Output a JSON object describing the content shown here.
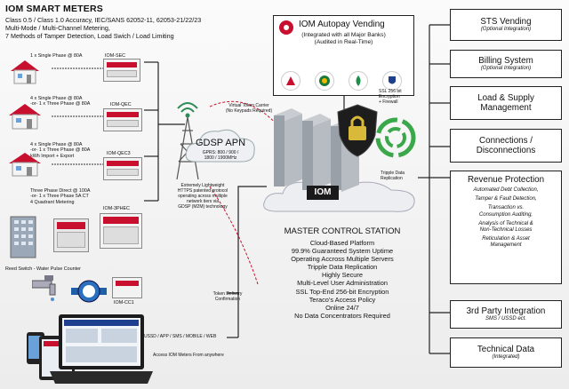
{
  "meters": {
    "title": "IOM SMART METERS",
    "specs": [
      "Class 0.5 / Class 1.0 Accuracy, IEC/SANS 62052-11, 62053-21/22/23",
      "Multi-Mode / Multi-Channel Metering,",
      "7 Methods of Tamper Detection, Load Swich / Load Limiting"
    ],
    "rows": [
      {
        "desc": [
          "1 x Single Phase @ 80A"
        ],
        "model": "IOM-SEC"
      },
      {
        "desc": [
          "4 x Single Phase @ 80A",
          "-or- 1 x Three Phase @ 80A"
        ],
        "model": "IOM-QEC"
      },
      {
        "desc": [
          "4 x Single Phase @ 80A",
          "-or- 1 x Three Phase @ 80A",
          "kWh Import + Export"
        ],
        "model": "IOM-QEC3"
      },
      {
        "desc": [
          "Three Phase Direct @ 100A",
          "-or- 1 x Three Phase 5A CT",
          "4 Quadrant Metering"
        ],
        "model": "IOM-3PHEC"
      },
      {
        "desc": [
          "Reed Switch - Water Pulse Counter"
        ],
        "model": "IOM-CC1"
      }
    ]
  },
  "network": {
    "apn_title": "GDSP APN",
    "apn_sub": [
      "GPRS: 800 / 900 /",
      "1800 / 1900MHz"
    ],
    "protocol": [
      "Extremely Lightweight",
      "HTTPS patented protocol",
      "operating across multiple",
      "network tiers via",
      "GDSP (M2M) technology"
    ],
    "virtual_token": [
      "Virtual Token Carrier",
      "(No Keypads Required)"
    ],
    "token_delivery": [
      "Token Delivery",
      "Confirmation"
    ],
    "channels": "USSD / APP / SMS / MOBILE / WEB",
    "access": "Access IOM Meters From anywhere"
  },
  "vending": {
    "title": "IOM Autopay Vending",
    "sub": [
      "(Integrated with all Major Banks)",
      "(Audited in Real-Time)"
    ]
  },
  "security": {
    "ssl": [
      "SSL 256 bit",
      "Encryption",
      "+ Firewall"
    ],
    "replication": [
      "Tripple Data",
      "Replication"
    ]
  },
  "logo": "IOM",
  "station": {
    "title": "MASTER CONTROL STATION",
    "lines": [
      "Cloud-Based Platform",
      "99.9% Guaranteed System Uptime",
      "Operating Accross Multiple Servers",
      "Tripple Data Replication",
      "Highly Secure",
      "Multi-Level User Administration",
      "SSL Top-End 256-bit Encryption",
      "Teraco's Access Policy",
      "Online 24/7",
      "No Data Concentrators Required"
    ]
  },
  "integrations": {
    "sts": {
      "title": "STS Vending",
      "sub": "(Optional Integration)"
    },
    "billing": {
      "title": "Billing System",
      "sub": "(Optional Integration)"
    },
    "load": {
      "title": [
        "Load & Supply",
        "Management"
      ]
    },
    "connections": {
      "title": [
        "Connections /",
        "Disconnections"
      ]
    },
    "revenue": {
      "title": "Revenue Protection",
      "items": [
        [
          "Automated Debt Collection,"
        ],
        [
          "Tamper & Fault Detection,"
        ],
        [
          "Transaction vs.",
          "Consumption Auditing,"
        ],
        [
          "Analysis of Technical &",
          "Non-Technical Losses"
        ],
        [
          "Reticulation & Asset",
          "Management"
        ]
      ]
    },
    "third_party": {
      "title": "3rd Party Integration",
      "sub": "SMS / USSD ect."
    },
    "technical": {
      "title": "Technical Data",
      "sub": "(Integrated)"
    }
  },
  "colors": {
    "accent_red": "#c8102e",
    "line": "#222222",
    "tower_green": "#2e8b57"
  }
}
